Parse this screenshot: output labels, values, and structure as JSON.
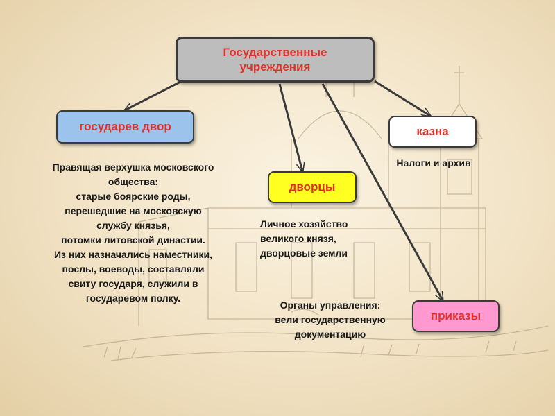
{
  "colors": {
    "title_text": "#e0322a",
    "root_fill": "#bdbdbd",
    "dvor_fill": "#9cc3ec",
    "kazna_fill": "#ffffff",
    "dvortsy_fill": "#ffff22",
    "prikazy_fill": "#ff99d0",
    "arrow": "#3a3a3a"
  },
  "root": {
    "label": "Государственные\nучреждения"
  },
  "nodes": {
    "dvor": {
      "label": "государев двор",
      "description": "Правящая верхушка московского\nобщества:\nстарые боярские роды,\nперешедшие на московскую\nслужбу князья,\nпотомки литовской династии.\nИз них назначались наместники,\nпослы, воеводы, составляли\nсвиту государя, служили в\nгосударевом полку."
    },
    "kazna": {
      "label": "казна",
      "description": "Налоги и архив"
    },
    "dvortsy": {
      "label": "дворцы",
      "description": "Личное хозяйство\nвеликого князя,\nдворцовые земли"
    },
    "prikazy": {
      "label": "приказы",
      "description": "Органы управления:\nвели государственную\nдокументацию"
    }
  },
  "background": {
    "illustration": "church-sketch"
  }
}
